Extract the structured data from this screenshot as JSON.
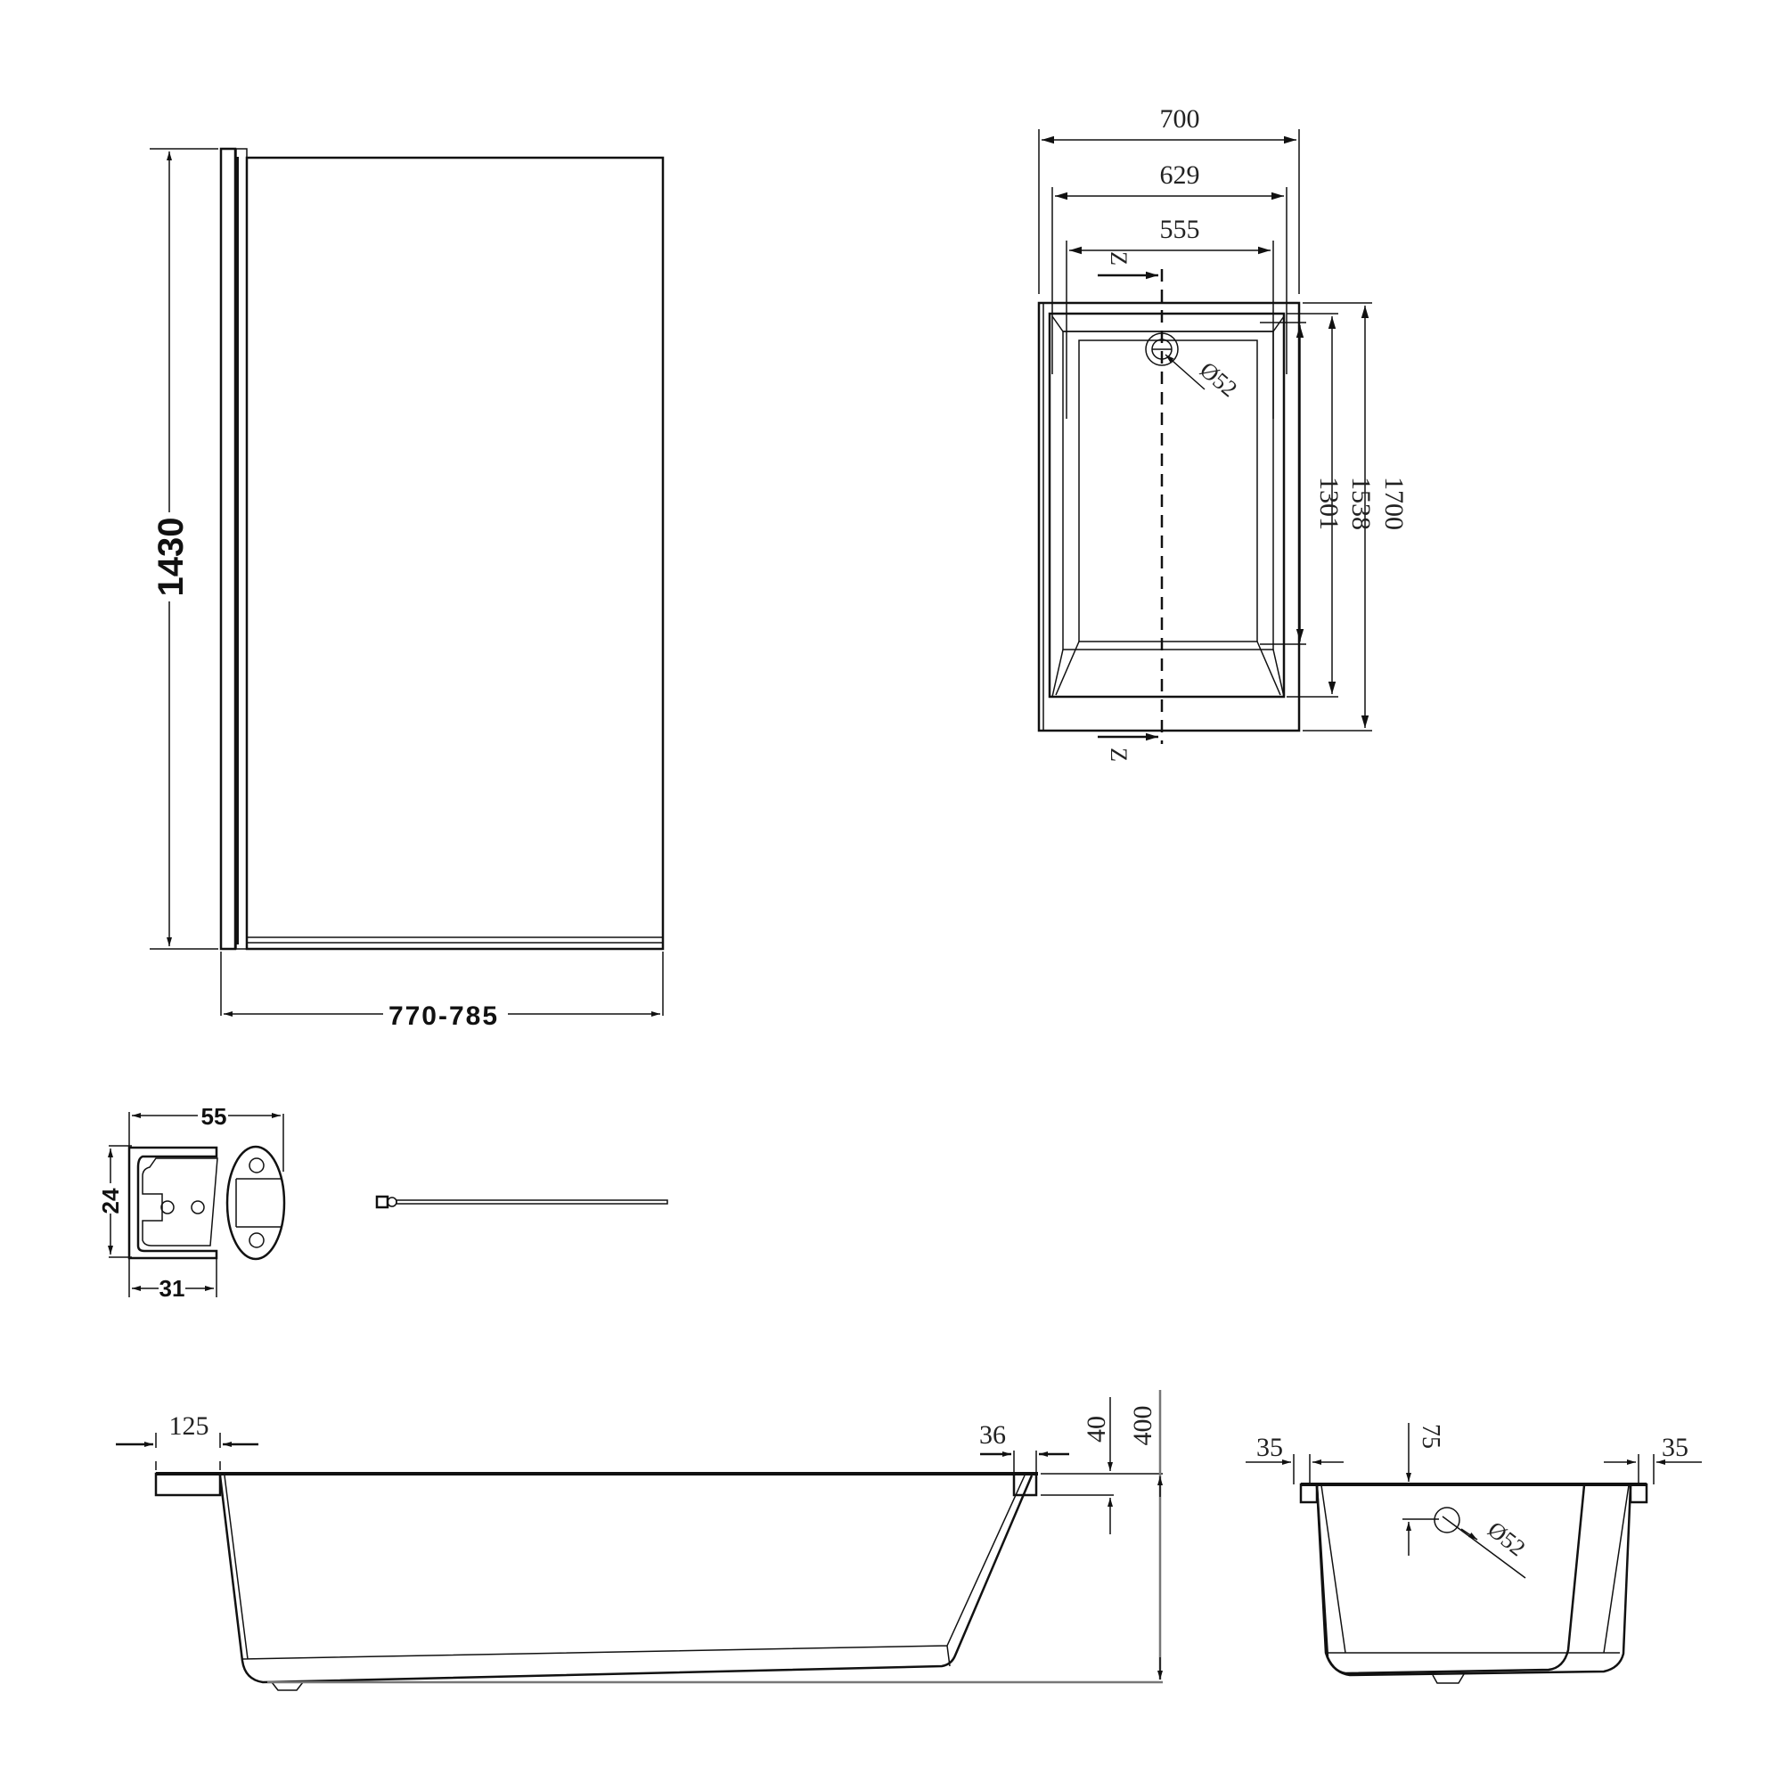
{
  "drawing": {
    "title": "Bath and bath screen technical drawing",
    "colors": {
      "line": "#111111",
      "background": "#ffffff"
    }
  },
  "screen_elevation": {
    "height_label": "1430",
    "width_label": "770-785"
  },
  "profile_section": {
    "overall_width_label": "55",
    "height_label": "24",
    "base_width_label": "31"
  },
  "screen_plan": {
    "description": "Screen plan view line with hinge"
  },
  "bath_plan": {
    "width_outer_label": "700",
    "width_mid_label": "629",
    "width_inner_label": "555",
    "length_outer_label": "1700",
    "length_mid_label": "1538",
    "length_inner_label": "1301",
    "waste_label": "Ø52",
    "section_mark_top": "Z",
    "section_mark_bottom": "Z"
  },
  "bath_side": {
    "rim_left_label": "125",
    "rim_right_label": "36",
    "rim_thickness_label": "40",
    "height_label": "400"
  },
  "bath_end": {
    "rim_left_label": "35",
    "rim_right_label": "35",
    "overflow_drop_label": "75",
    "overflow_label": "Ø52"
  }
}
